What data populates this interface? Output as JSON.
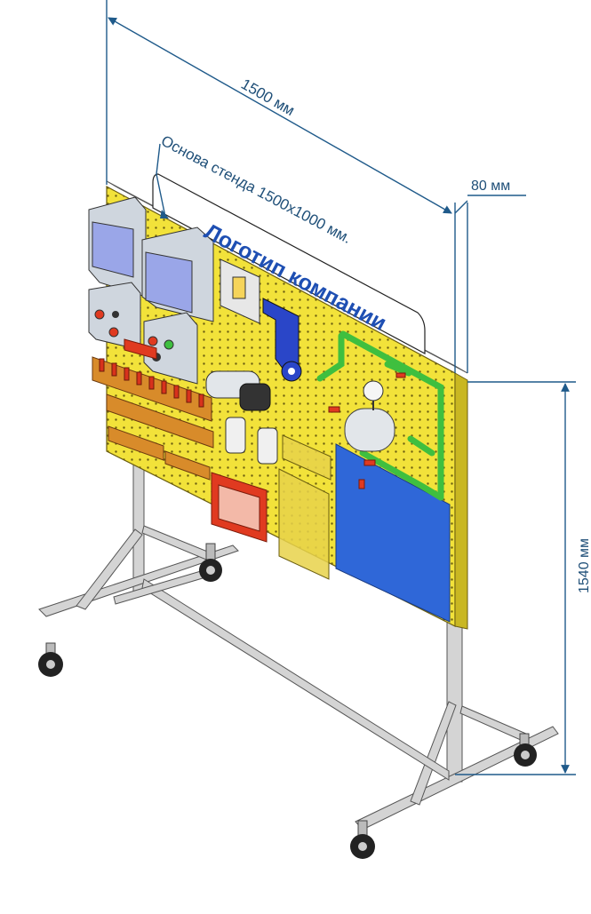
{
  "dimensions": {
    "width_label": "1500 мм",
    "depth_label": "80 мм",
    "height_label": "1540 мм",
    "base_label": "Основа стенда 1500х1000 мм."
  },
  "logo": {
    "text": "Логотип компании"
  },
  "colors": {
    "dimension_line": "#1f5a8a",
    "panel_yellow": "#f2e23a",
    "panel_blue": "#2f67d8",
    "frame_metal": "#d4d4d4",
    "logo_text": "#1e4fb3",
    "pipe_green": "#3fbf3f",
    "box_gray": "#cfd6de",
    "box_screen": "#9aa6e8",
    "accent_red": "#e03a20"
  }
}
